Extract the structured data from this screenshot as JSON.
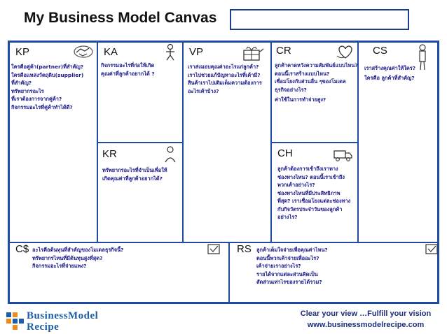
{
  "header": {
    "title": "My Business Model Canvas"
  },
  "blocks": {
    "kp": {
      "code": "KP",
      "lines": [
        "ใครคือคู่ค้า(partner)ที่สำคัญ?",
        "ใครคือแหล่งวัตถุดิบ(supplier)",
        "ที่สำคัญ?",
        "ทรัพยากรอะไร",
        "ที่เราต้องการจากคู่ค้า?",
        "กิจกรรมอะไรที่คู่ค้าทำได้ดี?"
      ]
    },
    "ka": {
      "code": "KA",
      "lines": [
        "กิจกรรมอะไรที่ก่อให้เกิด",
        "คุณค่าที่ลูกค้าอยากได้ ?"
      ]
    },
    "kr": {
      "code": "KR",
      "lines": [
        "ทรัพยากรอะไรที่จำเป็นเพื่อให้",
        "เกิดคุณค่าที่ลูกค้าอยากได้?"
      ]
    },
    "vp": {
      "code": "VP",
      "lines": [
        "เราส่งมอบคุณค่าอะไรแก่ลูกค้า?",
        "เราไปช่วยแก้ปัญหาอะไรที่เค้ามี?",
        "สินค้าเราไปเติมเต็มความต้องการ",
        "อะไรเค้าบ้าง?"
      ]
    },
    "cr": {
      "code": "CR",
      "lines": [
        "ลูกค้าคาดหวังความสัมพันธ์แบบไหน?",
        "ตอนนี้เราสร้างแบบไหน?",
        "เชื่อมโยงกับส่วนอื่น ๆของโมเดล",
        "ธุรกิจอย่างไร?",
        "ค่าใช้ในการทำจ่ายสูง?"
      ]
    },
    "ch": {
      "code": "CH",
      "lines": [
        "ลูกค้าต้องการเข้าถึงเราทาง",
        "ช่องทางไหน? ตอนนี้เราเข้าถึง",
        "พวกเค้าอย่างไร?",
        "ช่องทางไหนที่มีประสิทธิภาพ",
        "ที่สุด? เราเชื่อมโยงแต่ละช่องทาง",
        "กับกิจวัตรประจำวันของลูกค้า",
        "อย่างไร?"
      ]
    },
    "cs": {
      "code": "CS",
      "lines": [
        "เราสร้างคุณค่าให้ใคร?",
        "ใครคือ ลูกค้าที่สำคัญ?"
      ]
    },
    "cost": {
      "code": "C$",
      "lines": [
        "อะไรคือต้นทุนที่สำคัญของโมเดลธุรกิจนี้?",
        "ทรัพยากรไหนที่มีต้นทุนสูงที่สุด?",
        "กิจกรรมอะไรที่จ่ายแพง?"
      ]
    },
    "rs": {
      "code": "RS",
      "lines": [
        "ลูกค้าเต็มใจจ่ายเพื่อคุณค่าไหน?",
        "ตอนนี้พวกเค้าจ่ายเพื่ออะไร?",
        "เค้าจ่ายเราอย่างไร?",
        "รายได้จากแต่ละส่วนคิดเป็น",
        "สัดส่วนเท่าไรของรายได้รวม?"
      ]
    }
  },
  "footer": {
    "tagline_line1": "Clear your view …Fulfill your vision",
    "tagline_line2": "www.businessmodelrecipe.com",
    "logo_line1": "BusinessModel",
    "logo_line2": "Recipe"
  },
  "icons": {
    "kp": "handshake-icon",
    "ka": "worker-icon",
    "kr": "worker-icon",
    "vp": "gift-icon",
    "cr": "heart-icon",
    "ch": "truck-icon",
    "cs": "customer-icon",
    "cost": "tag-icon",
    "rs": "tag-icon"
  },
  "colors": {
    "frame": "#1f4aa6",
    "text": "#1a1a8a",
    "logo_blue": "#1c5fa8",
    "logo_orange": "#f08a1c"
  }
}
